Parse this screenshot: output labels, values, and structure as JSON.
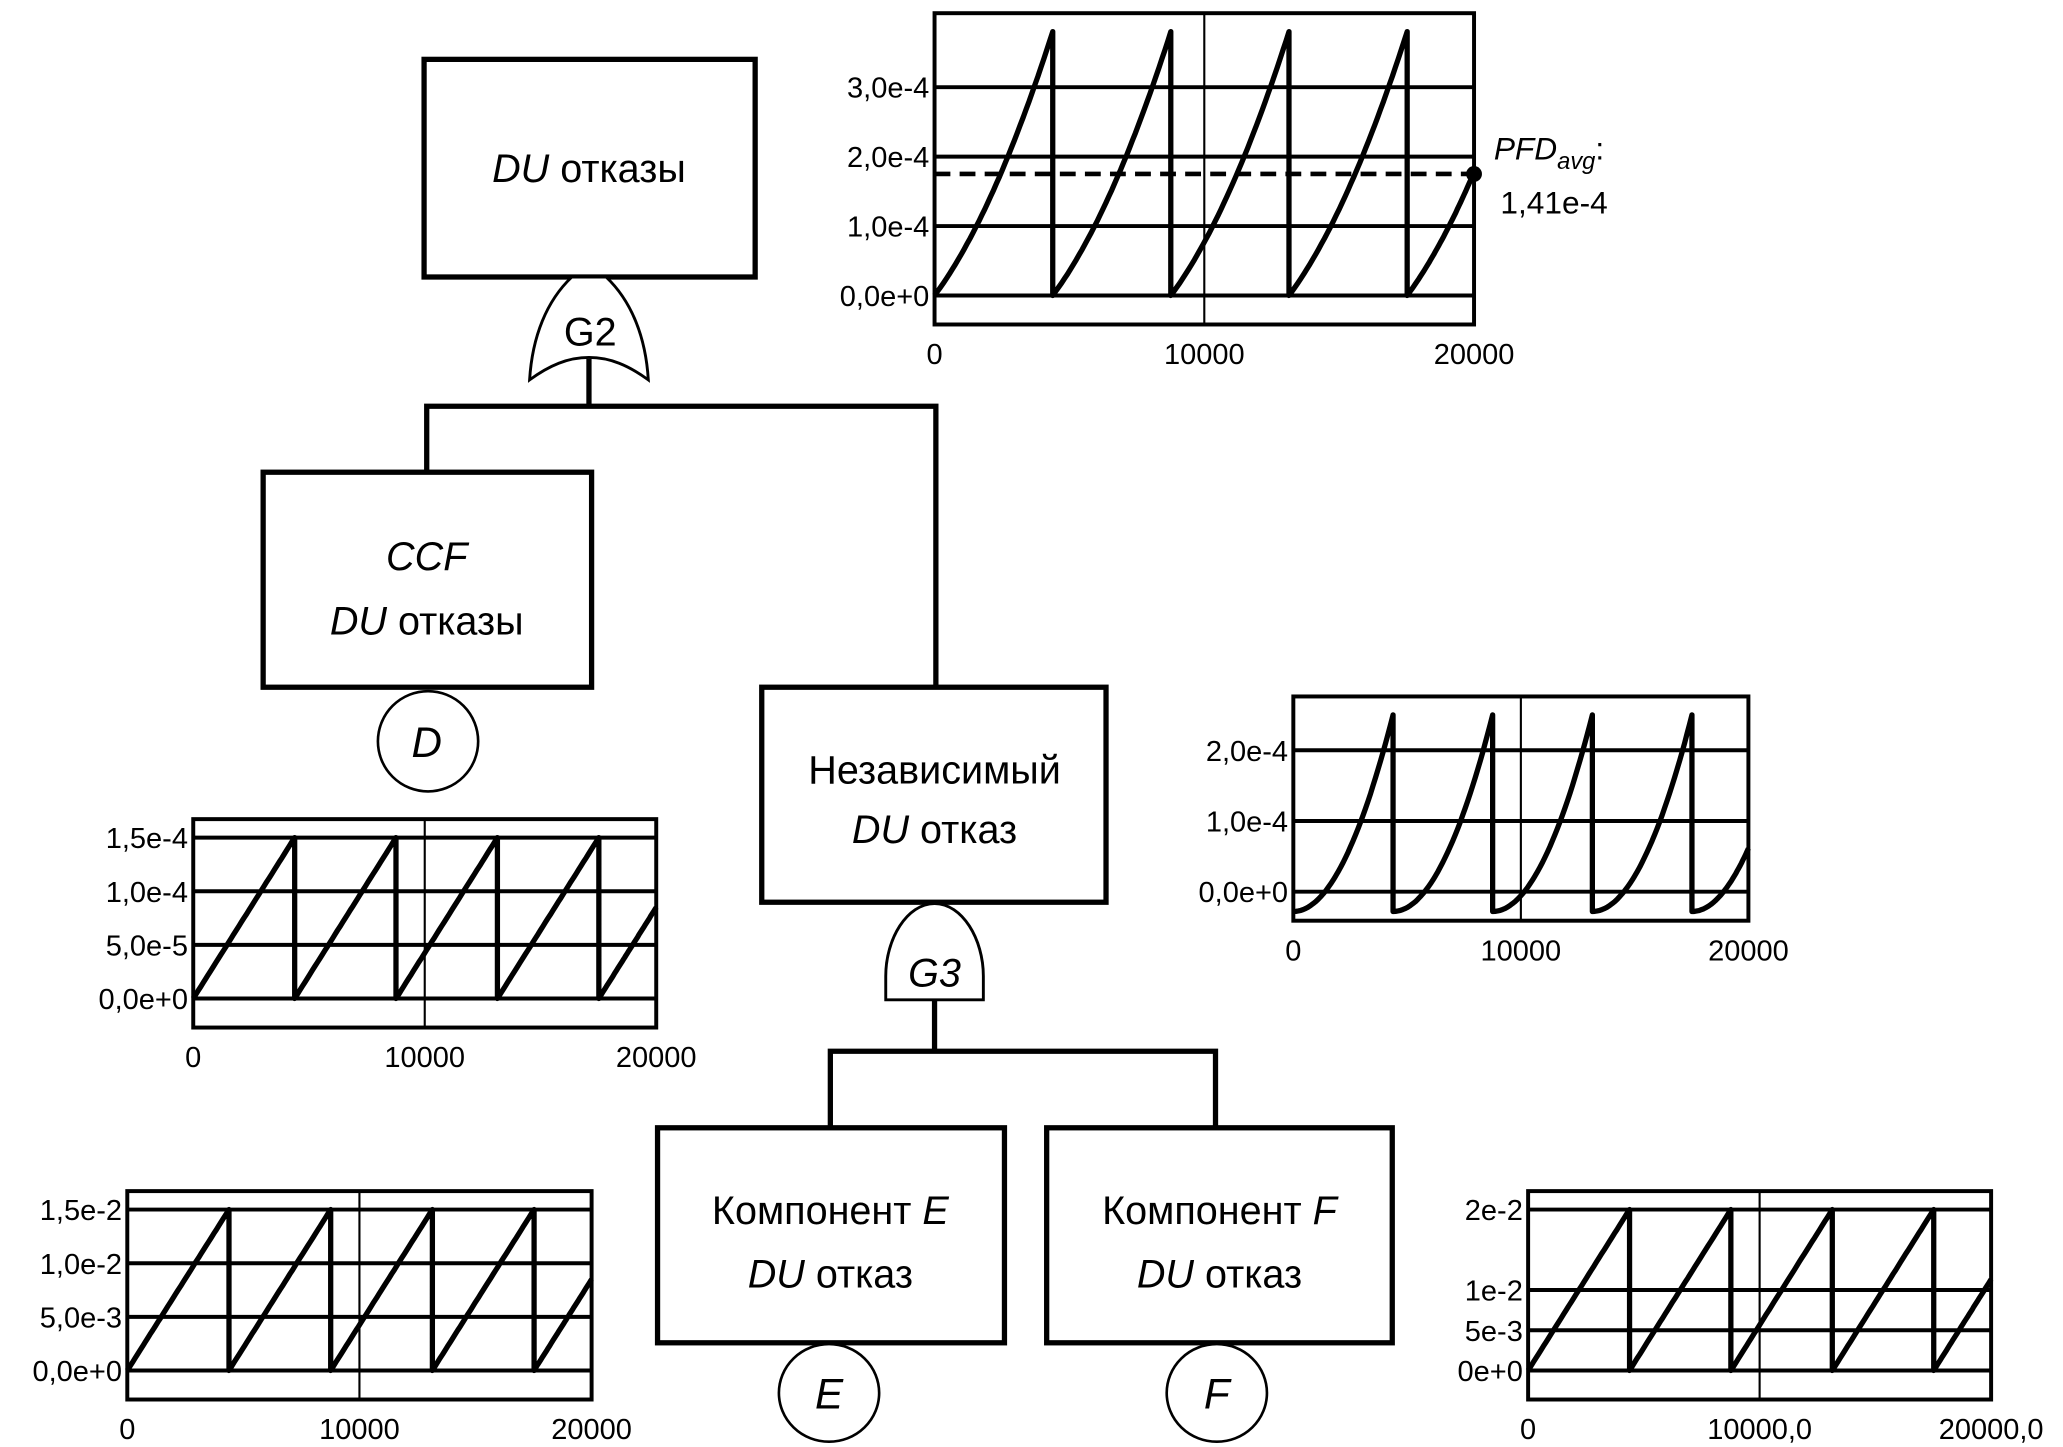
{
  "nodes": {
    "top": {
      "italic": "DU",
      "text": " отказы"
    },
    "ccf": {
      "line1": "CCF",
      "italic": "DU",
      "text": " отказы"
    },
    "indep": {
      "line1": "Независимый",
      "italic": "DU",
      "text": " отказ"
    },
    "compE": {
      "text": "Компонент ",
      "italic": "E",
      "line2_italic": "DU",
      "line2_text": " отказ"
    },
    "compF": {
      "text": "Компонент ",
      "italic": "F",
      "line2_italic": "DU",
      "line2_text": " отказ"
    }
  },
  "gates": {
    "g2": "G2",
    "g3": "G3"
  },
  "basic_events": {
    "d": "D",
    "e": "E",
    "f": "F"
  },
  "pfd_annotation": {
    "label": "PFD",
    "subscript": "avg",
    "suffix": ":",
    "value": "1,41e-4"
  },
  "chart_data": [
    {
      "id": "top",
      "type": "line",
      "title": "",
      "xlabel": "",
      "ylabel": "",
      "xlim": [
        0,
        20000
      ],
      "ylim": [
        -3.5e-05,
        0.000385
      ],
      "x_ticks": [
        0,
        10000,
        20000
      ],
      "x_tick_labels": [
        "0",
        "10000",
        "20000"
      ],
      "y_ticks": [
        0,
        0.0001,
        0.0002,
        0.0003
      ],
      "y_tick_labels": [
        "0,0e+0",
        "1,0e-4",
        "2,0e-4",
        "3,0e-4"
      ],
      "grid": true,
      "shape": "convex-sawtooth",
      "period": 4380,
      "peak": 0.00038,
      "min": 0,
      "reference_line": {
        "y": 0.000175,
        "style": "dashed"
      },
      "marker": {
        "x": 20000,
        "y": 0.000175
      }
    },
    {
      "id": "ccf",
      "type": "line",
      "xlim": [
        0,
        20000
      ],
      "ylim": [
        -2e-05,
        0.00015
      ],
      "x_ticks": [
        0,
        10000,
        20000
      ],
      "x_tick_labels": [
        "0",
        "10000",
        "20000"
      ],
      "y_ticks": [
        0,
        5e-05,
        0.0001,
        0.00015
      ],
      "y_tick_labels": [
        "0,0e+0",
        "5,0e-5",
        "1,0e-4",
        "1,5e-4"
      ],
      "grid": true,
      "shape": "linear-sawtooth",
      "period": 4380,
      "peak": 0.00015,
      "min": 0
    },
    {
      "id": "indep",
      "type": "line",
      "xlim": [
        0,
        20000
      ],
      "ylim": [
        -5e-05,
        0.00025
      ],
      "x_ticks": [
        0,
        10000,
        20000
      ],
      "x_tick_labels": [
        "0",
        "10000",
        "20000"
      ],
      "y_ticks": [
        0,
        0.0001,
        0.0002
      ],
      "y_tick_labels": [
        "0,0e+0",
        "1,0e-4",
        "2,0e-4"
      ],
      "grid": true,
      "shape": "quadratic-sawtooth",
      "period": 4380,
      "peak": 0.00025,
      "min": -2.8e-05
    },
    {
      "id": "compE",
      "type": "line",
      "xlim": [
        0,
        20000
      ],
      "ylim": [
        -0.002,
        0.015
      ],
      "x_ticks": [
        0,
        10000,
        20000
      ],
      "x_tick_labels": [
        "0",
        "10000",
        "20000"
      ],
      "y_ticks": [
        0,
        0.005,
        0.01,
        0.015
      ],
      "y_tick_labels": [
        "0,0e+0",
        "5,0e-3",
        "1,0e-2",
        "1,5e-2"
      ],
      "grid": true,
      "shape": "linear-sawtooth",
      "period": 4380,
      "peak": 0.015,
      "min": 0
    },
    {
      "id": "compF",
      "type": "line",
      "xlim": [
        0,
        20000
      ],
      "ylim": [
        -0.002,
        0.02
      ],
      "x_ticks": [
        0,
        10000,
        20000
      ],
      "x_tick_labels": [
        "0",
        "10000,0",
        "20000,0"
      ],
      "y_ticks": [
        0,
        0.005,
        0.01,
        0.02
      ],
      "y_tick_labels": [
        "0e+0",
        "5e-3",
        "1e-2",
        "2e-2"
      ],
      "grid": true,
      "shape": "linear-sawtooth",
      "period": 4380,
      "peak": 0.02,
      "min": 0
    }
  ]
}
